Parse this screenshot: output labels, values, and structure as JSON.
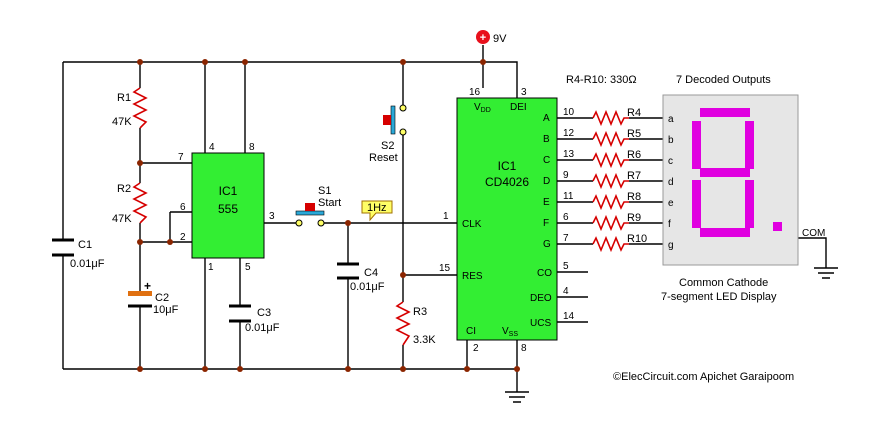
{
  "supply": {
    "label": "9V",
    "color": "#e8101c"
  },
  "resistors": {
    "r1": {
      "name": "R1",
      "value": "47K"
    },
    "r2": {
      "name": "R2",
      "value": "47K"
    },
    "r3": {
      "name": "R3",
      "value": "3.3K"
    },
    "seg_note": "R4-R10: 330Ω",
    "seg": [
      "R4",
      "R5",
      "R6",
      "R7",
      "R8",
      "R9",
      "R10"
    ]
  },
  "capacitors": {
    "c1": {
      "name": "C1",
      "value": "0.01μF"
    },
    "c2": {
      "name": "C2",
      "value": "10μF",
      "plus": "+"
    },
    "c3": {
      "name": "C3",
      "value": "0.01μF"
    },
    "c4": {
      "name": "C4",
      "value": "0.01μF"
    }
  },
  "ic555": {
    "name": "IC1",
    "part": "555",
    "pins": {
      "p4": "4",
      "p8": "8",
      "p7": "7",
      "p6": "6",
      "p2": "2",
      "p3": "3",
      "p1": "1",
      "p5": "5"
    }
  },
  "ic4026": {
    "name": "IC1",
    "part": "CD4026",
    "vdd": "V",
    "vdd_sub": "DD",
    "vss": "V",
    "vss_sub": "SS",
    "dei": "DEI",
    "clk": "CLK",
    "res": "RES",
    "ci": "CI",
    "outputs": [
      "A",
      "B",
      "C",
      "D",
      "E",
      "F",
      "G"
    ],
    "output_pins": [
      "10",
      "12",
      "13",
      "9",
      "11",
      "6",
      "7"
    ],
    "aux": [
      "CO",
      "DEO",
      "UCS"
    ],
    "aux_pins": [
      "5",
      "4",
      "14"
    ],
    "pins": {
      "p16": "16",
      "p3": "3",
      "p1": "1",
      "p15": "15",
      "p2": "2",
      "p8": "8"
    }
  },
  "switches": {
    "s1": {
      "name": "S1",
      "label": "Start"
    },
    "s2": {
      "name": "S2",
      "label": "Reset"
    }
  },
  "clock_tag": "1Hz",
  "display": {
    "title": "7 Decoded Outputs",
    "segments": [
      "a",
      "b",
      "c",
      "d",
      "e",
      "f",
      "g"
    ],
    "com": "COM",
    "caption_line1": "Common Cathode",
    "caption_line2": "7-segment LED Display",
    "segment_color": "#e000e0"
  },
  "credit": "©ElecCircuit.com Apichet Garaipoom",
  "colors": {
    "ic_fill": "#33ee33",
    "resistor": "#d60000",
    "capacitor_polar": "#e07010",
    "display_bg": "#e6e6e6",
    "clock_tag_bg": "#ffff66"
  }
}
